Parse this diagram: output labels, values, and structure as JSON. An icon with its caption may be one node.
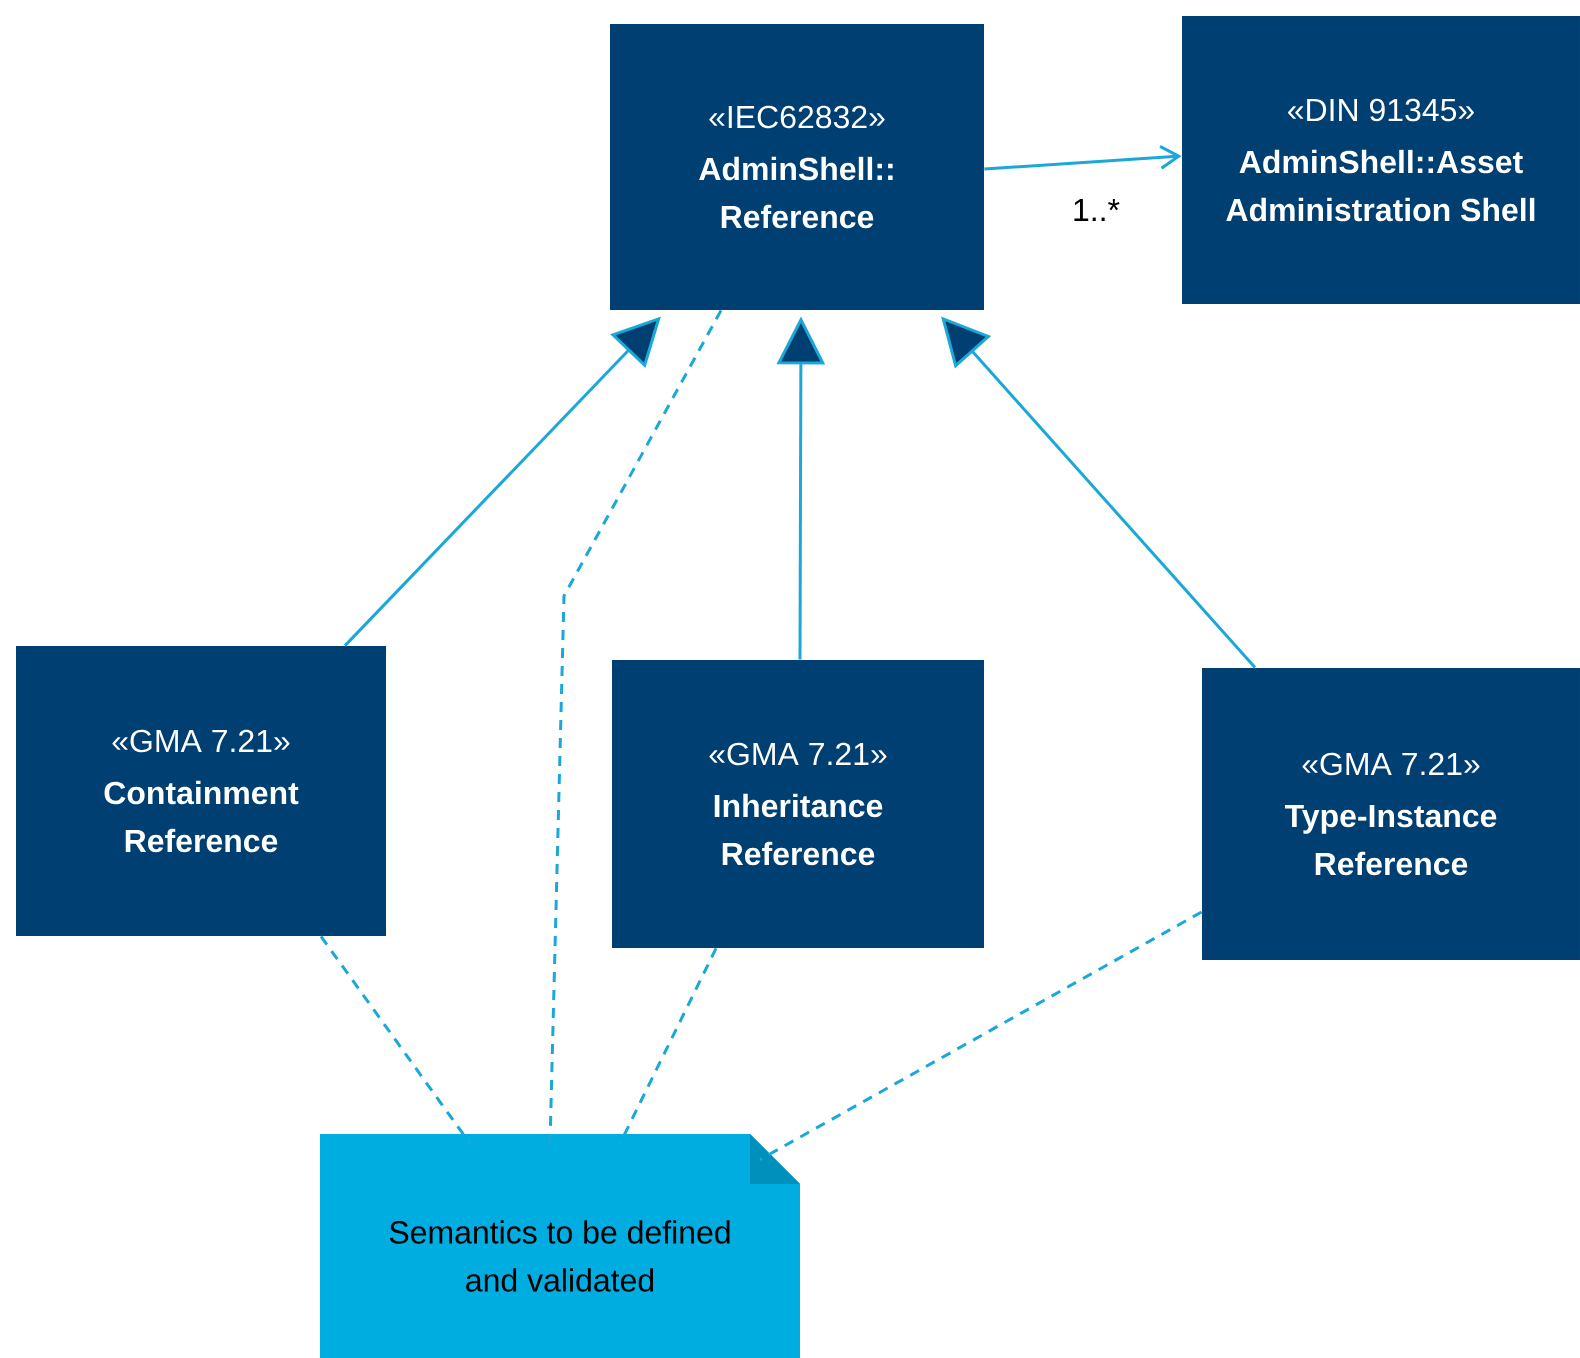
{
  "diagram": {
    "nodes": [
      {
        "text": [
          "«IEC62832»",
          "AdminShell:: Reference"
        ]
      },
      {
        "text": [
          "«DIN 91345»",
          "AdminShell::Asset Administration Shell"
        ]
      },
      {
        "text": [
          "«GMA 7.21»",
          "Containment Reference"
        ]
      },
      {
        "text": [
          "«GMA 7.21»",
          "Inheritance Reference"
        ]
      },
      {
        "text": [
          "«GMA 7.21»",
          "Type-Instance Reference"
        ]
      },
      {
        "text": [
          "Semantics to be defined and validated"
        ]
      }
    ],
    "edges": [
      {
        "from": 0,
        "to": 1,
        "arrow": "to",
        "label": "1..*"
      },
      {
        "from": 2,
        "to": 0,
        "arrow": "to"
      },
      {
        "from": 3,
        "to": 0,
        "arrow": "to"
      },
      {
        "from": 4,
        "to": 0,
        "arrow": "to"
      },
      {
        "from": 0,
        "to": 5,
        "arrow": "none",
        "style": "dashed"
      },
      {
        "from": 2,
        "to": 5,
        "arrow": "none",
        "style": "dashed"
      },
      {
        "from": 3,
        "to": 5,
        "arrow": "none",
        "style": "dashed"
      },
      {
        "from": 4,
        "to": 5,
        "arrow": "none",
        "style": "dashed"
      }
    ]
  }
}
